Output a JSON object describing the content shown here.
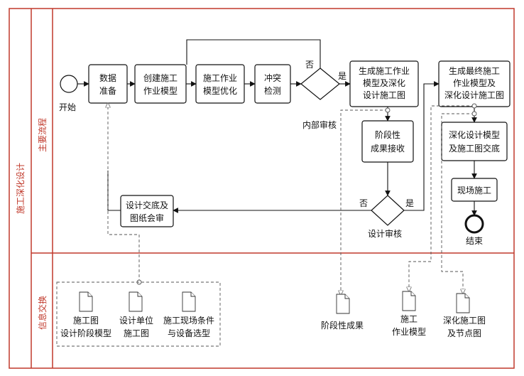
{
  "pool": {
    "title": "施工深化设计"
  },
  "lanes": {
    "main": "主要流程",
    "info": "信息交换"
  },
  "events": {
    "start": "开始",
    "end": "结束"
  },
  "tasks": {
    "data_prep": [
      "数据",
      "准备"
    ],
    "create_model": [
      "创建施工",
      "作业模型"
    ],
    "optimize": [
      "施工作业",
      "模型优化"
    ],
    "clash": [
      "冲突",
      "检测"
    ],
    "generate": [
      "生成施工作业",
      "模型及深化",
      "设计施工图"
    ],
    "final": [
      "生成最终施工",
      "作业模型及",
      "深化设计施工图"
    ],
    "stage_accept": [
      "阶段性",
      "成果接收"
    ],
    "handover": [
      "深化设计模型",
      "及施工图交底"
    ],
    "site": [
      "现场施工"
    ],
    "review_meeting": [
      "设计交底及",
      "图纸会审"
    ]
  },
  "gateways": {
    "clash_no": "否",
    "clash_yes": "是",
    "design_review": "设计审核",
    "review_no": "否",
    "review_yes": "是"
  },
  "annotations": {
    "internal_review": "内部审核"
  },
  "inputs": {
    "items": [
      [
        "施工图",
        "设计阶段模型"
      ],
      [
        "设计单位",
        "施工图"
      ],
      [
        "施工现场条件",
        "与设备选型"
      ]
    ]
  },
  "outputs": {
    "stage_result": [
      "阶段性成果"
    ],
    "work_model": [
      "施工",
      "作业模型"
    ],
    "detail_drawings": [
      "深化施工图",
      "及节点图"
    ]
  }
}
